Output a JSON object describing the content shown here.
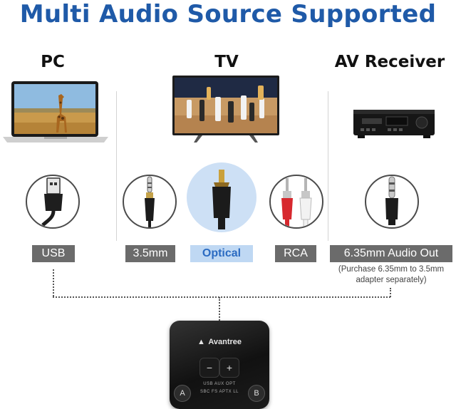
{
  "title": "Multi Audio Source Supported",
  "sections": {
    "pc": "PC",
    "tv": "TV",
    "av": "AV Receiver"
  },
  "ports": [
    {
      "label": "USB"
    },
    {
      "label": "3.5mm"
    },
    {
      "label": "Optical"
    },
    {
      "label": "RCA"
    },
    {
      "label": "6.35mm Audio Out"
    }
  ],
  "note_line1": "(Purchase 6.35mm to 3.5mm",
  "note_line2": "adapter separately)",
  "device": {
    "brand": "Avantree",
    "minus": "−",
    "plus": "+",
    "btn_a": "A",
    "btn_b": "B",
    "inputs": "USB  AUX  OPT",
    "codecs": "SBC  FS  APTX  LL"
  },
  "colors": {
    "title": "#1f5aa8",
    "label_bg": "#6b6b6b",
    "optical_text": "#2b6bc2"
  }
}
